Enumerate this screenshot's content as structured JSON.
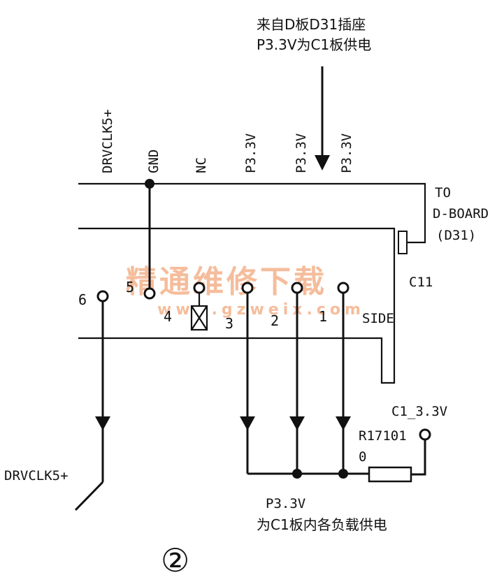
{
  "source_note": {
    "line1": "来自D板D31插座",
    "line2": "P3.3V为C1板供电"
  },
  "pin_headers": {
    "drvclk": "DRVCLK5+",
    "gnd": "GND",
    "nc": "NC",
    "p33_a": "P3.3V",
    "p33_b": "P3.3V",
    "p33_c": "P3.3V"
  },
  "connector": {
    "to_line1": "TO",
    "to_line2": "D-BOARD",
    "to_line3": "(D31)",
    "ref": "C11",
    "side": "SIDE",
    "pins": {
      "p6": "6",
      "p5": "5",
      "p4": "4",
      "p3": "3",
      "p2": "2",
      "p1": "1"
    }
  },
  "output_label": "DRVCLK5+",
  "resistor": {
    "ref": "R17101",
    "value": "0"
  },
  "test_point": "C1_3.3V",
  "supply_note": {
    "line1": "P3.3V",
    "line2": "为C1板内各负载供电"
  },
  "watermark": {
    "line1": "精通维修下载",
    "line2": "www.gzweix.com"
  },
  "figure_marker": "②",
  "colors": {
    "ink": "#111111",
    "watermark": "#f2a77b",
    "background": "#ffffff"
  }
}
